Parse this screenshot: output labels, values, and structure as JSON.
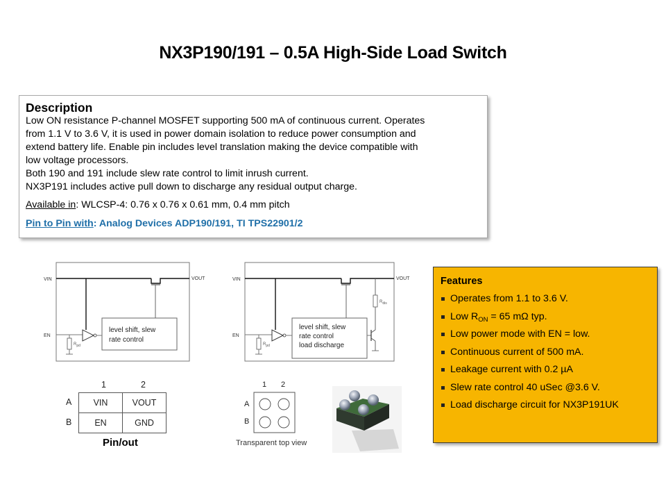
{
  "title": "NX3P190/191 – 0.5A High-Side Load Switch",
  "description": {
    "heading": "Description",
    "lines": [
      "Low ON resistance P-channel MOSFET supporting 500 mA of continuous current.  Operates",
      "from 1.1 V to 3.6 V, it is used in power domain isolation to reduce power consumption and",
      "extend battery life. Enable pin includes level translation making the device compatible with",
      "low voltage processors.",
      "Both 190 and 191 include slew rate control to limit inrush current.",
      "NX3P191 includes active pull down to discharge any residual output charge."
    ],
    "available_label": "Available in",
    "available_value": ":  WLCSP-4: 0.76 x 0.76 x 0.61 mm, 0.4 mm pitch",
    "pin_label": "Pin to Pin with",
    "pin_value": ": Analog Devices ADP190/191, TI TPS22901/2",
    "link_color": "#1f6fa8"
  },
  "diagram190": {
    "vin": "VIN",
    "vout": "VOUT",
    "en": "EN",
    "rpd": "R",
    "rpd_sub": "pd",
    "block_lines": [
      "level shift, slew",
      "rate control"
    ]
  },
  "diagram191": {
    "vin": "VIN",
    "vout": "VOUT",
    "en": "EN",
    "rpd": "R",
    "rpd_sub": "pd",
    "rdis": "R",
    "rdis_sub": "dis",
    "block_lines": [
      "level shift, slew",
      "rate control",
      "load discharge"
    ]
  },
  "pinout": {
    "columns": [
      "1",
      "2"
    ],
    "rows": [
      {
        "label": "A",
        "cells": [
          "VIN",
          "VOUT"
        ]
      },
      {
        "label": "B",
        "cells": [
          "EN",
          "GND"
        ]
      }
    ],
    "caption": "Pin/out"
  },
  "topview": {
    "columns": [
      "1",
      "2"
    ],
    "rows": [
      "A",
      "B"
    ],
    "caption": "Transparent top view"
  },
  "features": {
    "heading": "Features",
    "background": "#f7b500",
    "items": [
      {
        "pre": "Operates from 1.1 to 3.6 V."
      },
      {
        "pre": "Low R",
        "sub": "ON",
        "post": " = 65 mΩ typ."
      },
      {
        "pre": "Low power mode with EN = low."
      },
      {
        "pre": "Continuous current of 500 mA."
      },
      {
        "pre": "Leakage current  with 0.2 µA"
      },
      {
        "pre": "Slew rate control 40 uSec @3.6 V."
      },
      {
        "pre": "Load discharge circuit for NX3P191UK"
      }
    ]
  }
}
